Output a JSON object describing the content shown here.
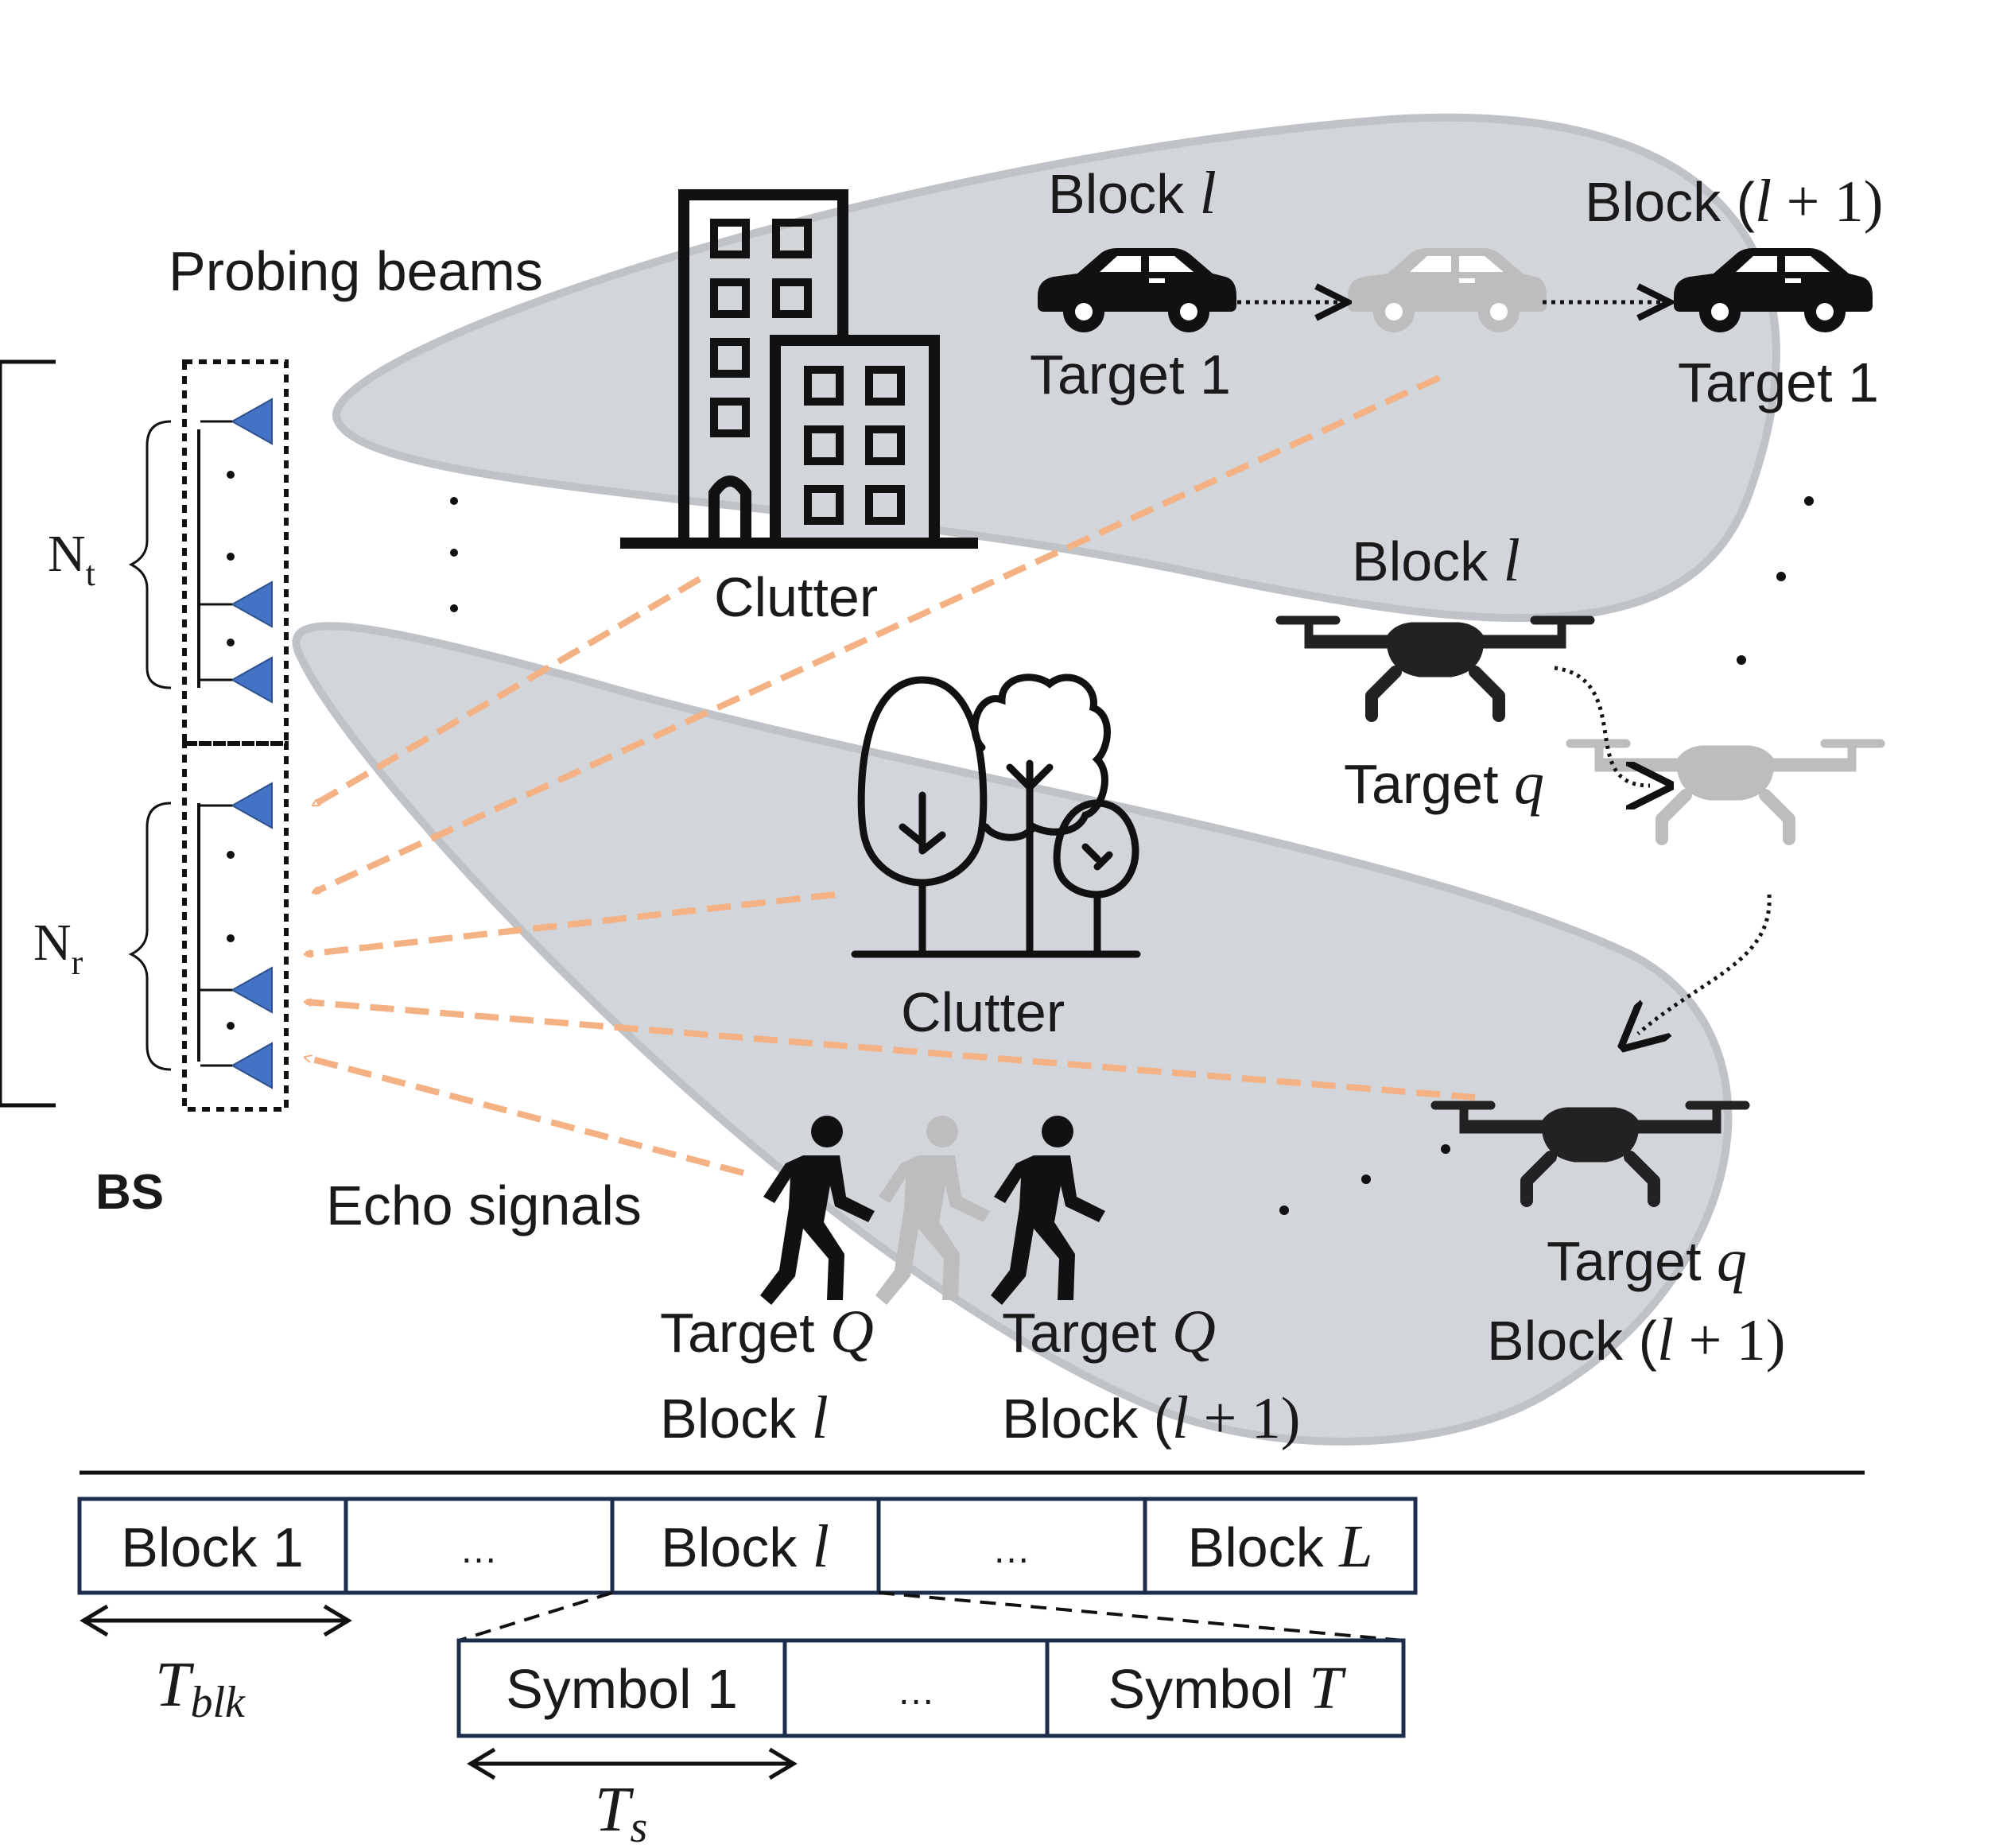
{
  "bs": {
    "label": "BS",
    "nt": "N",
    "nt_sub": "t",
    "nr": "N",
    "nr_sub": "r",
    "probing_label": "Probing beams",
    "echo_label": "Echo signals"
  },
  "clutter": {
    "building_label": "Clutter",
    "trees_label": "Clutter"
  },
  "targets": {
    "car_block_l": "Block ",
    "car_block_l_var": "l",
    "car_block_l1": "Block (",
    "car_block_l1_var": "l",
    "car_block_l1_rest": " + 1)",
    "car_target": "Target 1",
    "drone_block_l": "Block ",
    "drone_block_l_var": "l",
    "drone_target": "Target ",
    "drone_target_var": "q",
    "drone_target2": "Target ",
    "drone_target2_var": "q",
    "drone_block2": "Block (",
    "drone_block2_var": "l",
    "drone_block2_rest": " + 1)",
    "ped_target1": "Target ",
    "ped_target1_var": "Q",
    "ped_block1": "Block ",
    "ped_block1_var": "l",
    "ped_target2": "Target ",
    "ped_target2_var": "Q",
    "ped_block2": "Block (",
    "ped_block2_var": "l",
    "ped_block2_rest": " + 1)"
  },
  "frame": {
    "blocks": [
      "Block 1",
      "…",
      "Block ",
      "…",
      "Block "
    ],
    "block_vars": [
      "",
      "",
      "l",
      "",
      "L"
    ],
    "symbols": [
      "Symbol 1",
      "…",
      "Symbol "
    ],
    "symbol_vars": [
      "",
      "",
      "T"
    ],
    "tblk": "T",
    "tblk_sub": "blk",
    "ts": "T",
    "ts_sub": "s"
  },
  "colors": {
    "beam_fill": "#d2d5da",
    "beam_stroke": "#bfc2c6",
    "antenna": "#4472c4",
    "arrow": "#f4b183",
    "frame_border": "#1f2d4d",
    "ghost": "#bdbdbd"
  }
}
